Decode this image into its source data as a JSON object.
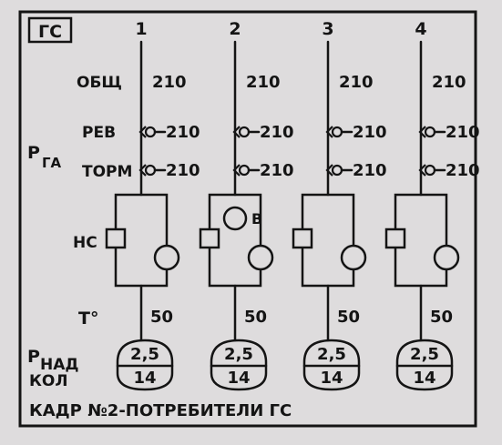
{
  "system_label": "ГС",
  "columns": [
    {
      "number": "1",
      "obsch": "210",
      "rev": "210",
      "torm": "210",
      "temp": "50",
      "gauge_top": "2,5",
      "gauge_bottom": "14",
      "has_v_valve": false
    },
    {
      "number": "2",
      "obsch": "210",
      "rev": "210",
      "torm": "210",
      "temp": "50",
      "gauge_top": "2,5",
      "gauge_bottom": "14",
      "has_v_valve": true
    },
    {
      "number": "3",
      "obsch": "210",
      "rev": "210",
      "torm": "210",
      "temp": "50",
      "gauge_top": "2,5",
      "gauge_bottom": "14",
      "has_v_valve": false
    },
    {
      "number": "4",
      "obsch": "210",
      "rev": "210",
      "torm": "210",
      "temp": "50",
      "gauge_top": "2,5",
      "gauge_bottom": "14",
      "has_v_valve": false
    }
  ],
  "row_labels": {
    "obsch": "ОБЩ",
    "rev": "РЕВ",
    "torm": "ТОРМ",
    "p_ga_main": "Р",
    "p_ga_sub": "ГА",
    "ns": "НС",
    "v": "В",
    "temp": "Т°",
    "p_nad_main": "Р",
    "p_nad_sub": "НАД",
    "kol": "КОЛ"
  },
  "caption": "КАДР №2-ПОТРЕБИТЕЛИ ГС",
  "colors": {
    "ink": "#141414",
    "paper": "#dedcdd"
  }
}
